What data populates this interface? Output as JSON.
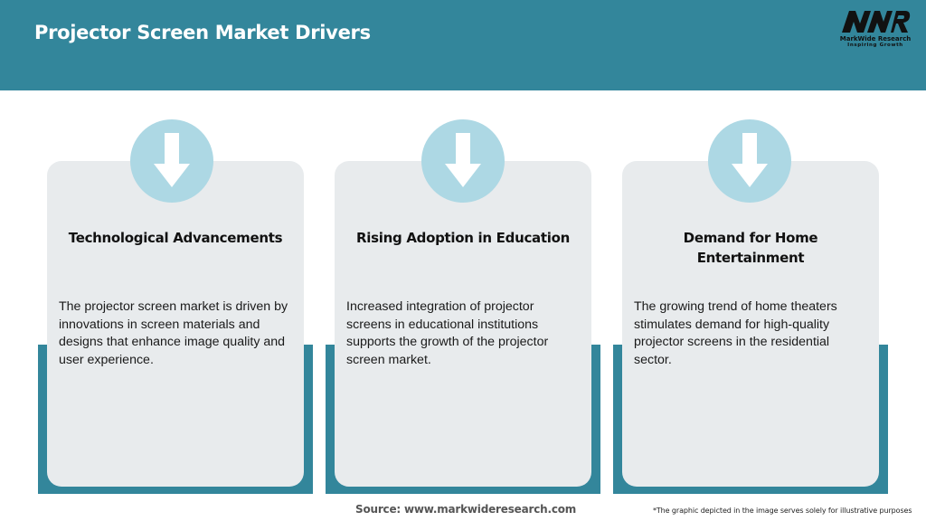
{
  "header": {
    "title": "Projector Screen Market Drivers",
    "background_color": "#33869b"
  },
  "logo": {
    "mark": "MWR",
    "name": "MarkWide Research",
    "tagline": "Inspiring Growth"
  },
  "drivers": [
    {
      "icon": "arrow-down-icon",
      "title": "Technological Advancements",
      "description": "The projector screen market is driven by innovations in screen materials and designs that enhance image quality and user experience."
    },
    {
      "icon": "arrow-down-icon",
      "title": "Rising Adoption in Education",
      "description": "Increased integration of projector screens in educational institutions supports the growth of the projector screen market."
    },
    {
      "icon": "arrow-down-icon",
      "title": "Demand for Home Entertainment",
      "description": "The growing trend of home theaters stimulates demand for high-quality projector screens in the residential sector."
    }
  ],
  "colors": {
    "accent": "#33869b",
    "card": "#e8ebed",
    "icon_circle": "#add8e4"
  },
  "footer": {
    "source": "Source: www.markwideresearch.com",
    "disclaimer": "*The graphic depicted in the image serves solely for illustrative purposes"
  }
}
